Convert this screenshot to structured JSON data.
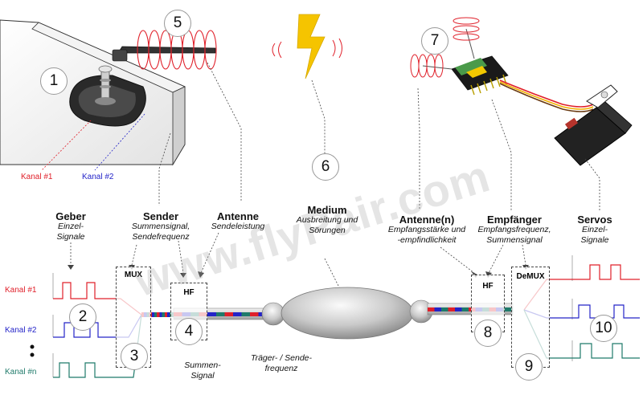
{
  "labels": {
    "kanal1_top": "Kanal #1",
    "kanal2_top": "Kanal #2",
    "geber": "Geber",
    "geber_sub1": "Einzel-",
    "geber_sub2": "Signale",
    "sender": "Sender",
    "sender_sub1": "Summensignal,",
    "sender_sub2": "Sendefrequenz",
    "antenne": "Antenne",
    "antenne_sub": "Sendeleistung",
    "medium": "Medium",
    "medium_sub1": "Ausbreitung und",
    "medium_sub2": "Sörungen",
    "antennen": "Antenne(n)",
    "antennen_sub1": "Empfangsstärke und",
    "antennen_sub2": "-empfindlichkeit",
    "empfaenger": "Empfänger",
    "empfaenger_sub1": "Empfangsfrequenz,",
    "empfaenger_sub2": "Summensignal",
    "servos": "Servos",
    "servos_sub1": "Einzel-",
    "servos_sub2": "Signale",
    "kanal1_left": "Kanal #1",
    "kanal2_left": "Kanal #2",
    "kanaln_left": "Kanal #n",
    "mux": "MUX",
    "hf_left": "HF",
    "hf_right": "HF",
    "demux": "DeMUX",
    "summen1": "Summen-",
    "summen2": "Signal",
    "traeger1": "Träger- / Sende-",
    "traeger2": "frequenz",
    "watermark": "www.flyPair.com"
  },
  "numbers": [
    "1",
    "2",
    "3",
    "4",
    "5",
    "6",
    "7",
    "8",
    "9",
    "10"
  ],
  "colors": {
    "channel1": "#e0202a",
    "channel2": "#2424c8",
    "channeln": "#1f7a6a",
    "lightning": "#f5c400",
    "medium_gray": "#c8c8c8"
  }
}
